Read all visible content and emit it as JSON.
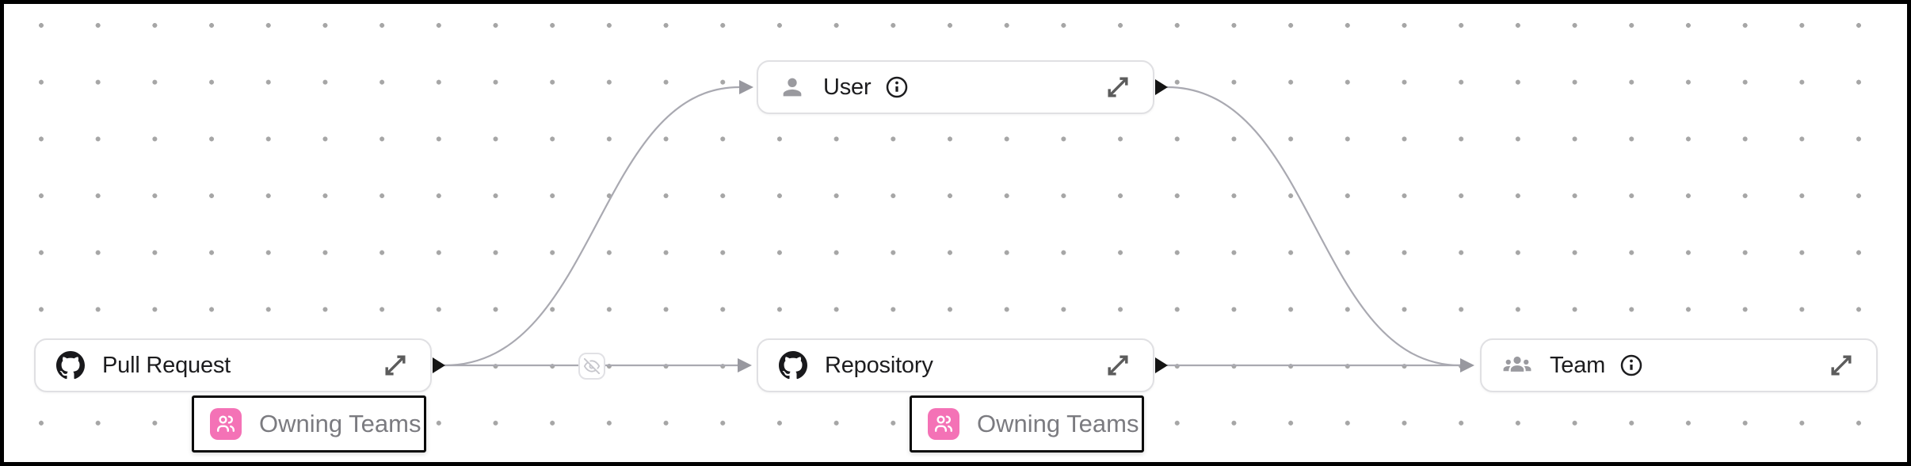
{
  "canvas": {
    "background_color": "#ffffff",
    "grid_dot_color": "#a6a6a6",
    "frame_color": "#000000"
  },
  "nodes": [
    {
      "id": "pull-request",
      "label": "Pull Request",
      "icon": "github-icon",
      "has_info": false
    },
    {
      "id": "user",
      "label": "User",
      "icon": "user-icon",
      "has_info": true
    },
    {
      "id": "repository",
      "label": "Repository",
      "icon": "github-icon",
      "has_info": false
    },
    {
      "id": "team",
      "label": "Team",
      "icon": "team-icon",
      "has_info": true
    }
  ],
  "edges": [
    {
      "from": "pull-request",
      "to": "user"
    },
    {
      "from": "pull-request",
      "to": "repository",
      "badge": "eye-off-icon"
    },
    {
      "from": "repository",
      "to": "team"
    },
    {
      "from": "user",
      "to": "team"
    }
  ],
  "edge_labels": [
    {
      "label": "Owning Teams",
      "icon": "team-pink-icon",
      "icon_color": "#f472b6"
    },
    {
      "label": "Owning Teams",
      "icon": "team-pink-icon",
      "icon_color": "#f472b6"
    }
  ],
  "colors": {
    "edge": "#a9a9b1",
    "arrowhead": "#98989f",
    "source_handle": "#141414",
    "node_border": "#e0e0e3",
    "node_text": "#1c1c1e",
    "muted_icon": "#9a9a9f",
    "edge_label_text": "#7b7b80",
    "pink_accent": "#f472b6"
  }
}
